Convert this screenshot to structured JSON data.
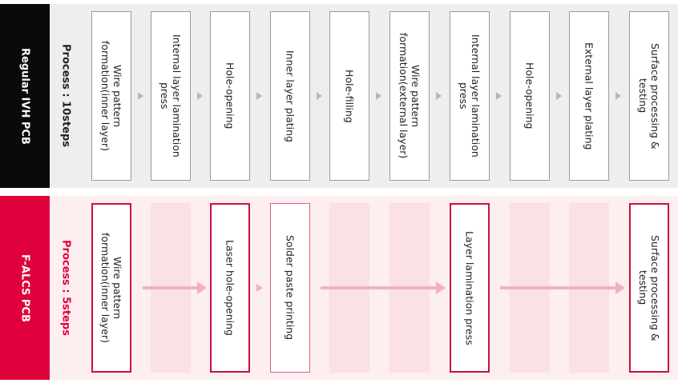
{
  "regular": {
    "label": "Regular IVH PCB",
    "process": "Process : 10steps",
    "steps": [
      "Wire pattern\nformation(inner layer)",
      "Internal layer lamination\npress",
      "Hole-opening",
      "Inner layer plating",
      "Hole-filling",
      "Wire pattern\nformation(external layer)",
      "Internal layer lamination\npress",
      "Hole-opening",
      "External layer plating",
      "Surface processing &\ntesting"
    ]
  },
  "falcs": {
    "label": "F-ALCS PCB",
    "process": "Process : 5steps",
    "steps": [
      "Wire pattern\nformation(inner layer)",
      "Laser hole-opening",
      "Solder paste printing",
      "Layer lamination press",
      "Surface processing &\ntesting"
    ]
  },
  "colors": {
    "regular_label_bg": "#0a0a0a",
    "falcs_accent": "#e0003c",
    "falcs_band_bg": "#fdeef0",
    "regular_band_bg": "#eeeeee"
  }
}
